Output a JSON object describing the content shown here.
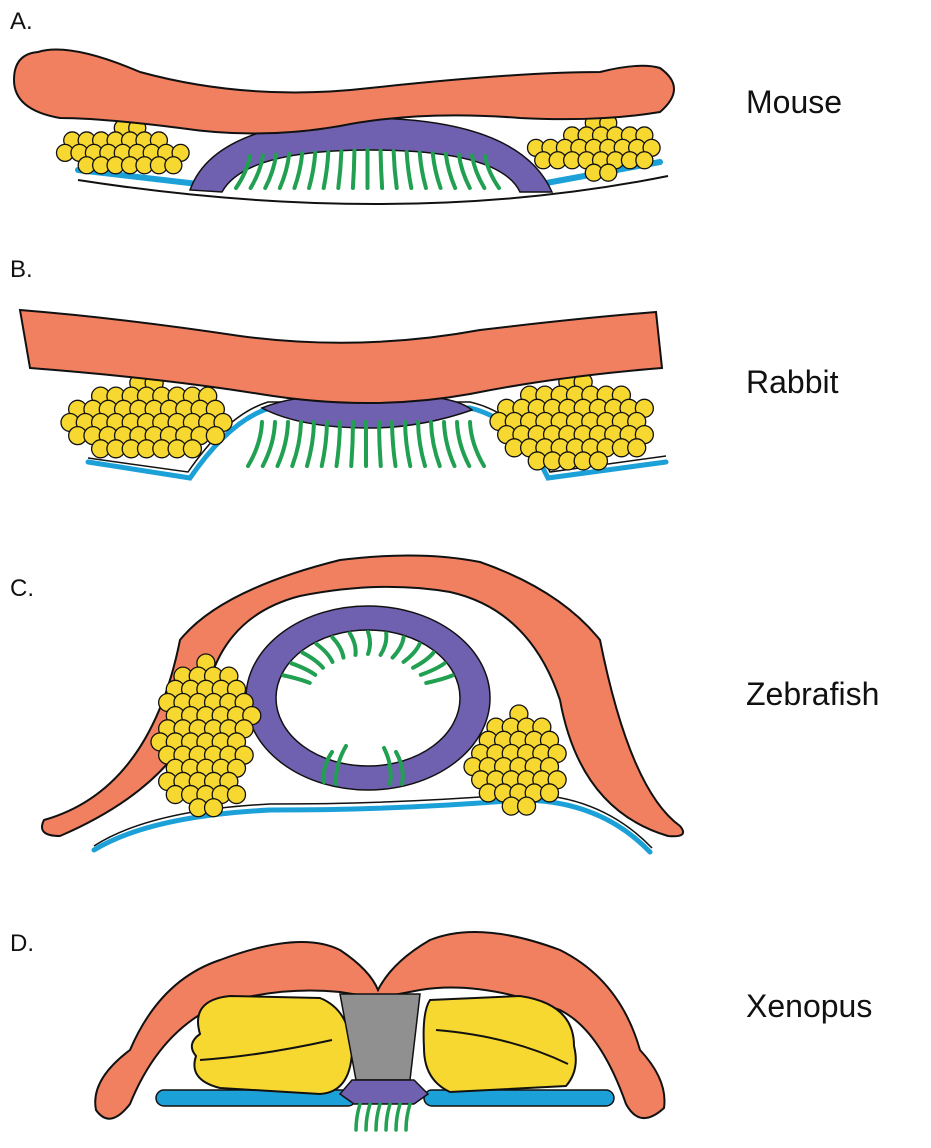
{
  "panels": [
    {
      "letter": "A.",
      "species": "Mouse"
    },
    {
      "letter": "B.",
      "species": "Rabbit"
    },
    {
      "letter": "C.",
      "species": "Zebrafish"
    },
    {
      "letter": "D.",
      "species": "Xenopus"
    }
  ],
  "colors": {
    "ectoderm": "#f08060",
    "notochord_ring": "#7060b0",
    "cilia": "#20a050",
    "somite_cells": "#f7d830",
    "endoderm": "#1ca0d8",
    "xenopus_floor": "#909090",
    "outline": "#111111"
  }
}
